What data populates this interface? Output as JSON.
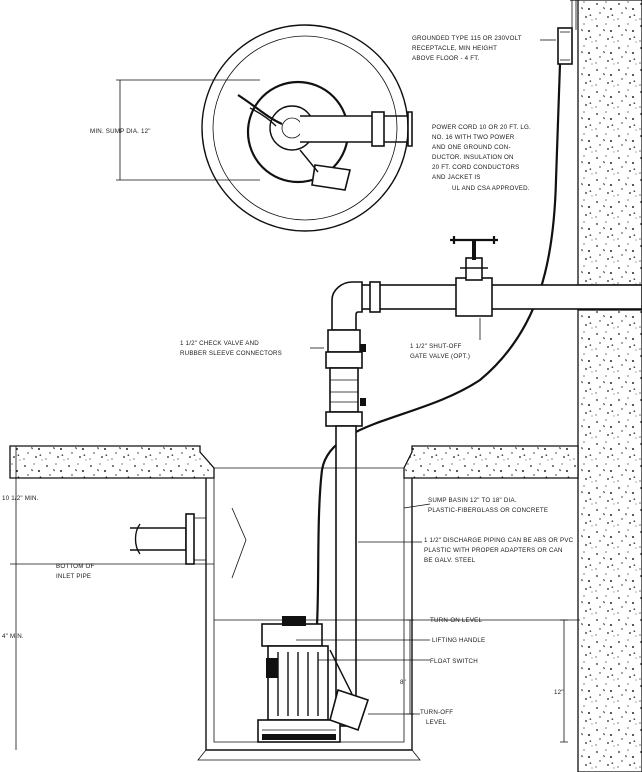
{
  "labels": {
    "receptacle": [
      "GROUNDED TYPE 115 OR 230VOLT",
      "RECEPTACLE, MIN HEIGHT",
      "ABOVE FLOOR - 4 FT."
    ],
    "min_sump_dia": "MIN. SUMP DIA. 12\"",
    "power_cord": [
      "POWER CORD 10 OR 20 FT. LG.",
      "NO. 16 WITH TWO POWER",
      "AND ONE GROUND CON-",
      "DUCTOR. INSULATION ON",
      "20 FT. CORD CONDUCTORS",
      "AND JACKET IS",
      "UL AND CSA APPROVED."
    ],
    "check_valve": [
      "1 1/2\" CHECK VALVE AND",
      "RUBBER SLEEVE CONNECTORS"
    ],
    "shut_off": [
      "1 1/2\" SHUT-OFF",
      "GATE VALVE (OPT.)"
    ],
    "ten_half_min": "10 1/2\" MIN.",
    "sump_basin": [
      "SUMP BASIN 12\" TO 18\" DIA.",
      "PLASTIC-FIBERGLASS OR CONCRETE"
    ],
    "discharge": [
      "1 1/2\" DISCHARGE PIPING CAN BE ABS OR PVC",
      "PLASTIC WITH PROPER ADAPTERS OR CAN",
      "BE GALV. STEEL"
    ],
    "bottom_inlet": [
      "BOTTOM OF",
      "INLET PIPE"
    ],
    "turn_on": "TURN-ON LEVEL",
    "lifting_handle": "LIFTING HANDLE",
    "float_switch": "FLOAT SWITCH",
    "eight_in": "8\"",
    "twelve_in": "12\"",
    "min_4": "4\" MIN.",
    "turn_off": [
      "TURN-OFF",
      "LEVEL"
    ]
  }
}
